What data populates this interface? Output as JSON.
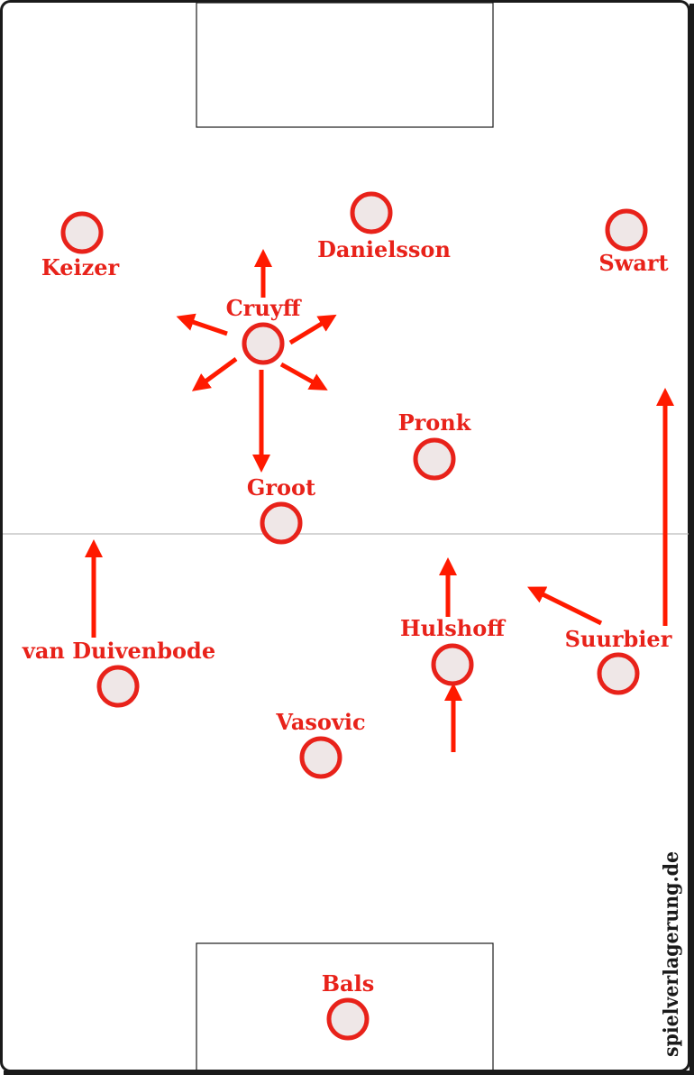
{
  "colors": {
    "player": "#e8221a",
    "player_fill": "#efe7e7",
    "arrow": "#ff1a00",
    "lines": "#1a1a1a",
    "halfway": "#bcbcbc"
  },
  "players": {
    "keizer": "Keizer",
    "danielsson": "Danielsson",
    "swart": "Swart",
    "cruyff": "Cruyff",
    "pronk": "Pronk",
    "groot": "Groot",
    "van_duivenbode": "van Duivenbode",
    "hulshoff": "Hulshoff",
    "suurbier": "Suurbier",
    "vasovic": "Vasovic",
    "bals": "Bals"
  },
  "watermark": "spielverlagerung.de"
}
